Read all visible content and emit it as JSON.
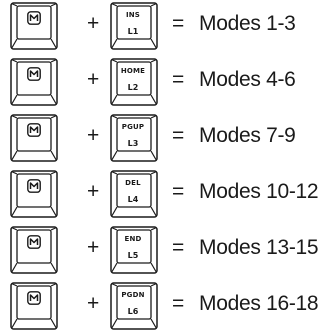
{
  "rows": [
    {
      "fn_key_top": "INS",
      "fn_key_bottom": "L1",
      "plus": "+",
      "equals": "=",
      "modes": "Modes 1-3"
    },
    {
      "fn_key_top": "HOME",
      "fn_key_bottom": "L2",
      "plus": "+",
      "equals": "=",
      "modes": "Modes 4-6"
    },
    {
      "fn_key_top": "PGUP",
      "fn_key_bottom": "L3",
      "plus": "+",
      "equals": "=",
      "modes": "Modes 7-9"
    },
    {
      "fn_key_top": "DEL",
      "fn_key_bottom": "L4",
      "plus": "+",
      "equals": "=",
      "modes": "Modes 10-12"
    },
    {
      "fn_key_top": "END",
      "fn_key_bottom": "L5",
      "plus": "+",
      "equals": "=",
      "modes": "Modes 13-15"
    },
    {
      "fn_key_top": "PGDN",
      "fn_key_bottom": "L6",
      "plus": "+",
      "equals": "=",
      "modes": "Modes 16-18"
    }
  ],
  "icons": {
    "logo_key_icon": "brand-logo-icon"
  },
  "colors": {
    "ink": "#1a1a1a",
    "background": "#ffffff"
  }
}
